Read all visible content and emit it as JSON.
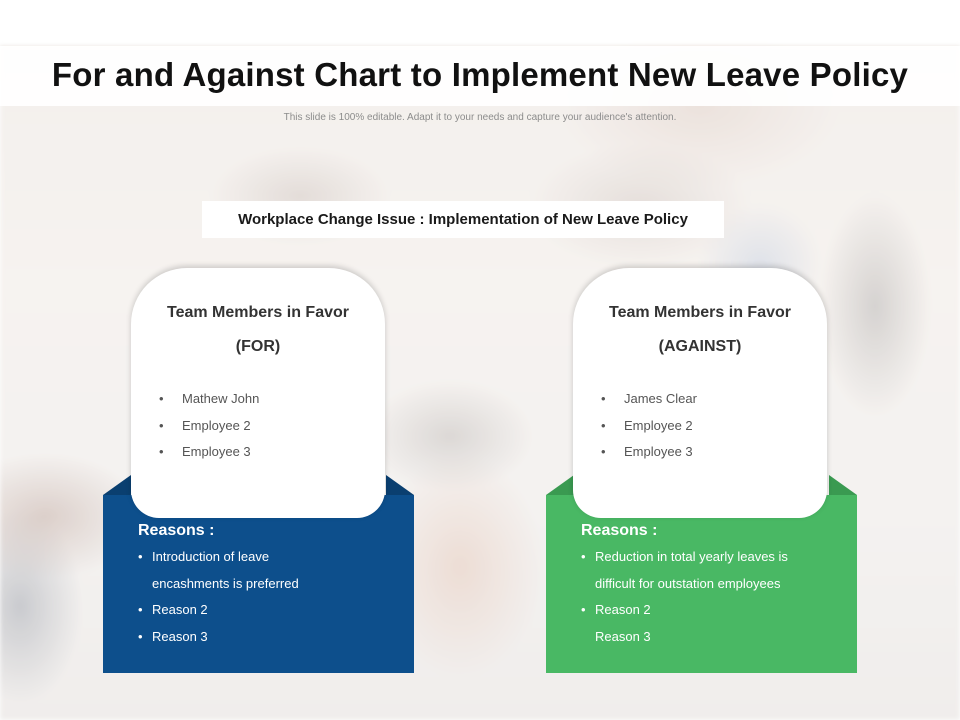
{
  "title": "For and Against Chart to Implement New Leave Policy",
  "subtitle": "This slide is 100% editable. Adapt it to your needs and capture your audience's attention.",
  "issue": "Workplace Change Issue : Implementation of New Leave Policy",
  "for_card": {
    "heading_line1": "Team Members in Favor",
    "heading_line2": "(FOR)",
    "members": [
      "Mathew John",
      "Employee 2",
      "Employee 3"
    ],
    "reasons_title": "Reasons :",
    "reasons": [
      {
        "text": "Introduction of leave",
        "bullet": true
      },
      {
        "text": "encashments is preferred",
        "bullet": false
      },
      {
        "text": "Reason 2",
        "bullet": true
      },
      {
        "text": "Reason 3",
        "bullet": true
      }
    ],
    "color": "#0d4f8c"
  },
  "against_card": {
    "heading_line1": "Team Members in Favor",
    "heading_line2": "(AGAINST)",
    "members": [
      "James Clear",
      "Employee 2",
      "Employee 3"
    ],
    "reasons_title": "Reasons :",
    "reasons": [
      {
        "text": "Reduction in total  yearly leaves is",
        "bullet": true
      },
      {
        "text": "difficult for outstation employees",
        "bullet": false
      },
      {
        "text": "Reason 2",
        "bullet": true
      },
      {
        "text": "Reason 3",
        "bullet": false
      }
    ],
    "color": "#49b864"
  }
}
